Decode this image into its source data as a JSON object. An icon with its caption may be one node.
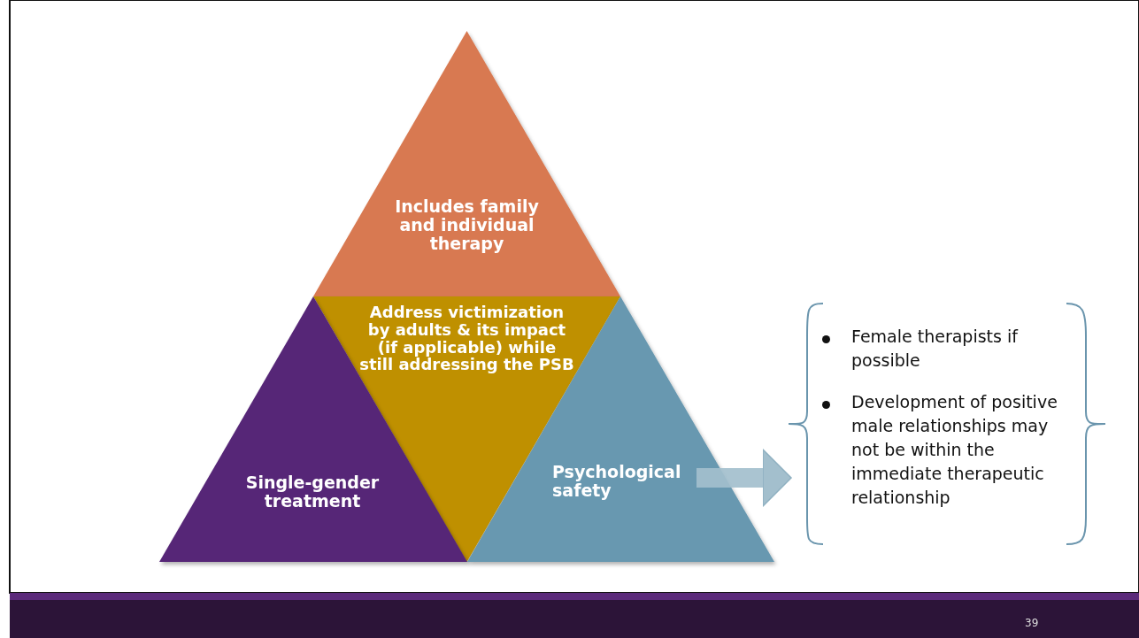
{
  "diagram": {
    "nodes": [
      {
        "text": [
          "Includes family and individual therapy"
        ]
      },
      {
        "text": [
          "Address victimization by adults & its impact (if applicable) while still addressing the PSB"
        ]
      },
      {
        "text": [
          "Single-gender treatment"
        ]
      },
      {
        "text": [
          "Psychological safety"
        ]
      },
      {
        "text": [
          "Female therapists if possible",
          "Development of positive male relationships may not be within the immediate therapeutic relationship"
        ]
      }
    ],
    "edges": [
      {
        "from": 3,
        "to": 4,
        "arrow": "to"
      }
    ],
    "labels": [
      "39"
    ]
  }
}
